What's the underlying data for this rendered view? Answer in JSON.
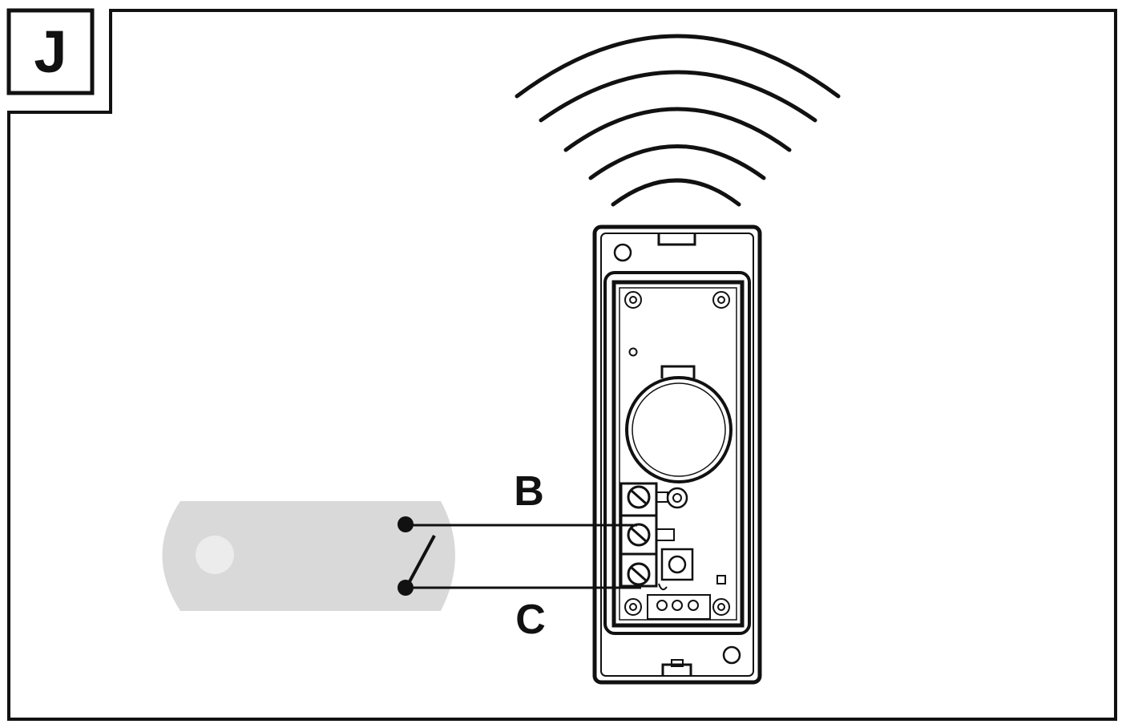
{
  "figure": {
    "letter": "J",
    "terminal_top": "B",
    "terminal_bottom": "C"
  },
  "colors": {
    "stroke": "#111111",
    "contact_fill": "#d9d9d9",
    "contact_hole": "#ececec",
    "background": "#ffffff"
  },
  "icons": {
    "signal": "radio-waves-icon",
    "switch": "reed-switch-icon",
    "device": "wireless-transmitter-icon"
  }
}
